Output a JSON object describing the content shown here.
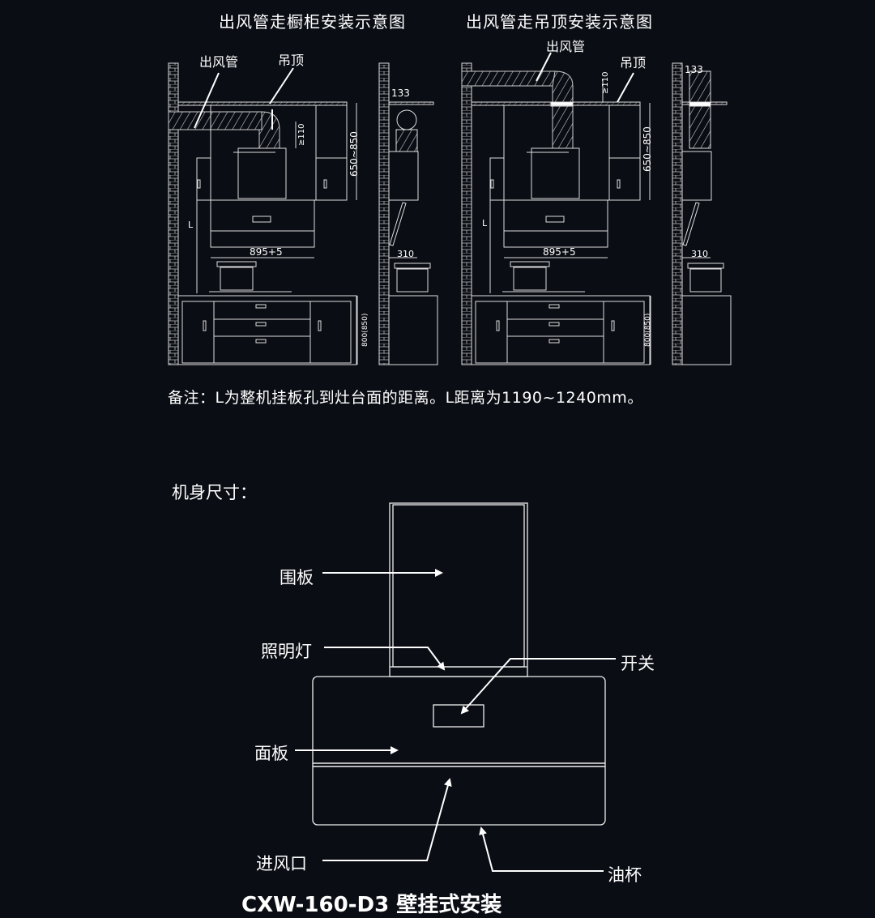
{
  "install": {
    "title_cabinet": "出风管走橱柜安装示意图",
    "title_ceiling": "出风管走吊顶安装示意图",
    "labels": {
      "duct": "出风管",
      "ceiling": "吊顶",
      "dim_gap": "≥110",
      "dim_height": "650~850",
      "dim_width": "895+5",
      "dim_side_top": "133",
      "dim_side_depth": "310",
      "dim_counter": "800(850)",
      "L": "L"
    },
    "note": "备注：L为整机挂板孔到灶台面的距离。L距离为1190~1240mm。"
  },
  "dimensions": {
    "title": "机身尺寸：",
    "parts": {
      "panel_upper": "围板",
      "light": "照明灯",
      "switch": "开关",
      "panel": "面板",
      "inlet": "进风口",
      "oil_cup": "油杯"
    }
  },
  "footer_title": "CXW-160-D3 壁挂式安装"
}
